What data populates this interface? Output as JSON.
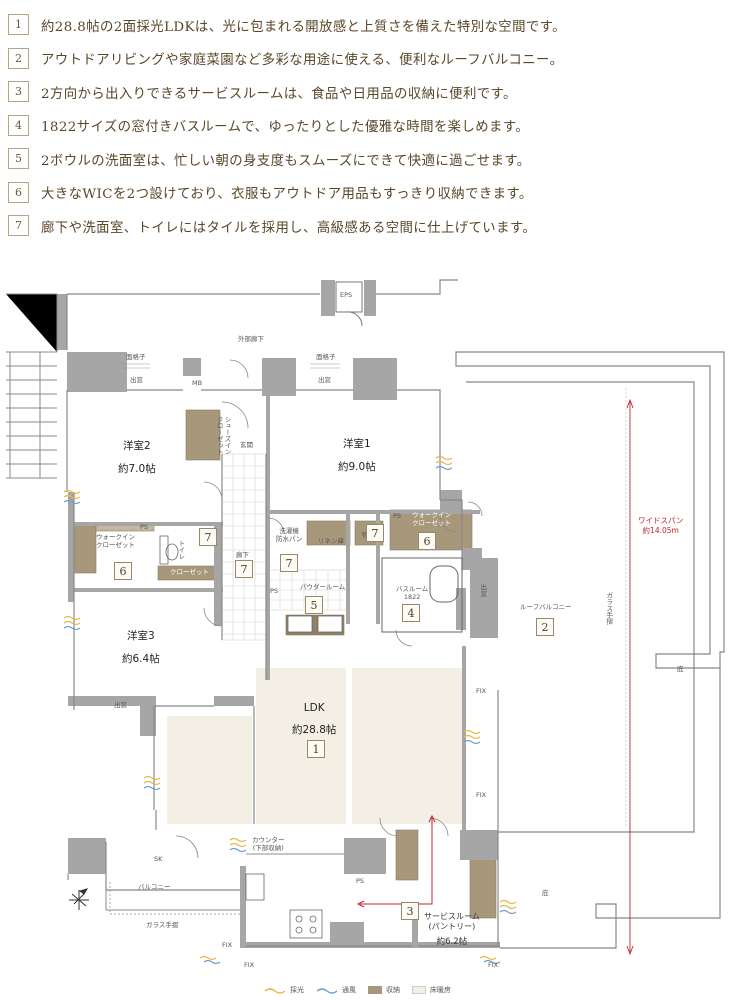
{
  "features": [
    {
      "num": "1",
      "text": "約28.8帖の2面採光LDKは、光に包まれる開放感と上質さを備えた特別な空間です。"
    },
    {
      "num": "2",
      "text": "アウトドアリビングや家庭菜園など多彩な用途に使える、便利なルーフバルコニー。"
    },
    {
      "num": "3",
      "text": "2方向から出入りできるサービスルームは、食品や日用品の収納に便利です。"
    },
    {
      "num": "4",
      "text": "1822サイズの窓付きバスルームで、ゆったりとした優雅な時間を楽しめます。"
    },
    {
      "num": "5",
      "text": "2ボウルの洗面室は、忙しい朝の身支度もスムーズにできて快適に過ごせます。"
    },
    {
      "num": "6",
      "text": "大きなWICを2つ設けており、衣服もアウトドア用品もすっきり収納できます。"
    },
    {
      "num": "7",
      "text": "廊下や洗面室、トイレにはタイルを採用し、高級感ある空間に仕上げています。"
    }
  ],
  "plan": {
    "eps": "EPS",
    "corridor": "外部廊下",
    "lattice_1": "面格子",
    "lattice_2": "面格子",
    "bay_1": "出窓",
    "bay_2": "出窓",
    "mb": "MB",
    "shoes_closet": "シューズイン\nクローゼット",
    "entrance": "玄関",
    "room2_name": "洋室2",
    "room2_size": "約7.0帖",
    "room1_name": "洋室1",
    "room1_size": "約9.0帖",
    "wic_left": "ウォークイン\nクローゼット",
    "ps_1": "PS",
    "toilet": "トイレ",
    "closet": "クローゼット",
    "hallway": "廊下",
    "washer": "洗濯機\n防水パン",
    "linen": "リネン庫",
    "storage": "物入",
    "ps_2": "PS",
    "wic_right": "ウォークイン\nクローゼット",
    "powder": "パウダールーム",
    "ps_3": "PS",
    "bath_name": "バスルーム",
    "bath_size": "1822",
    "bay_3": "出窓",
    "roof_balcony": "ルーフバルコニー",
    "glass_rail_1": "ガラス手摺",
    "wide_span": "ワイドスパン\n約14.05m",
    "eaves_1": "庇",
    "room3_name": "洋室3",
    "room3_size": "約6.4帖",
    "bay_4": "出窓",
    "ldk_name": "LDK",
    "ldk_size": "約28.8帖",
    "fix_1": "FIX",
    "fix_2": "FIX",
    "counter": "カウンター\n(下部収納)",
    "sk": "SK",
    "balcony": "バルコニー",
    "glass_rail_2": "ガラス手摺",
    "ps_4": "PS",
    "service_name": "サービスルーム\n(パントリー)",
    "service_size": "約6.2帖",
    "eaves_2": "庇",
    "fix_3": "FIX",
    "fix_4": "FIX",
    "fix_5": "FIX",
    "badges": [
      "7",
      "6",
      "7",
      "7",
      "7",
      "6",
      "5",
      "4",
      "2",
      "1",
      "3"
    ]
  },
  "legend": {
    "light": "採光",
    "wind": "通風",
    "storage": "収納",
    "floor_heating": "床暖房"
  },
  "colors": {
    "wall": "#a6a6a6",
    "storage": "#a8987b",
    "floor_heating": "#f3efe4",
    "light": "#e8b84a",
    "wind": "#6fa0cf",
    "accent_red": "#c0262f"
  }
}
